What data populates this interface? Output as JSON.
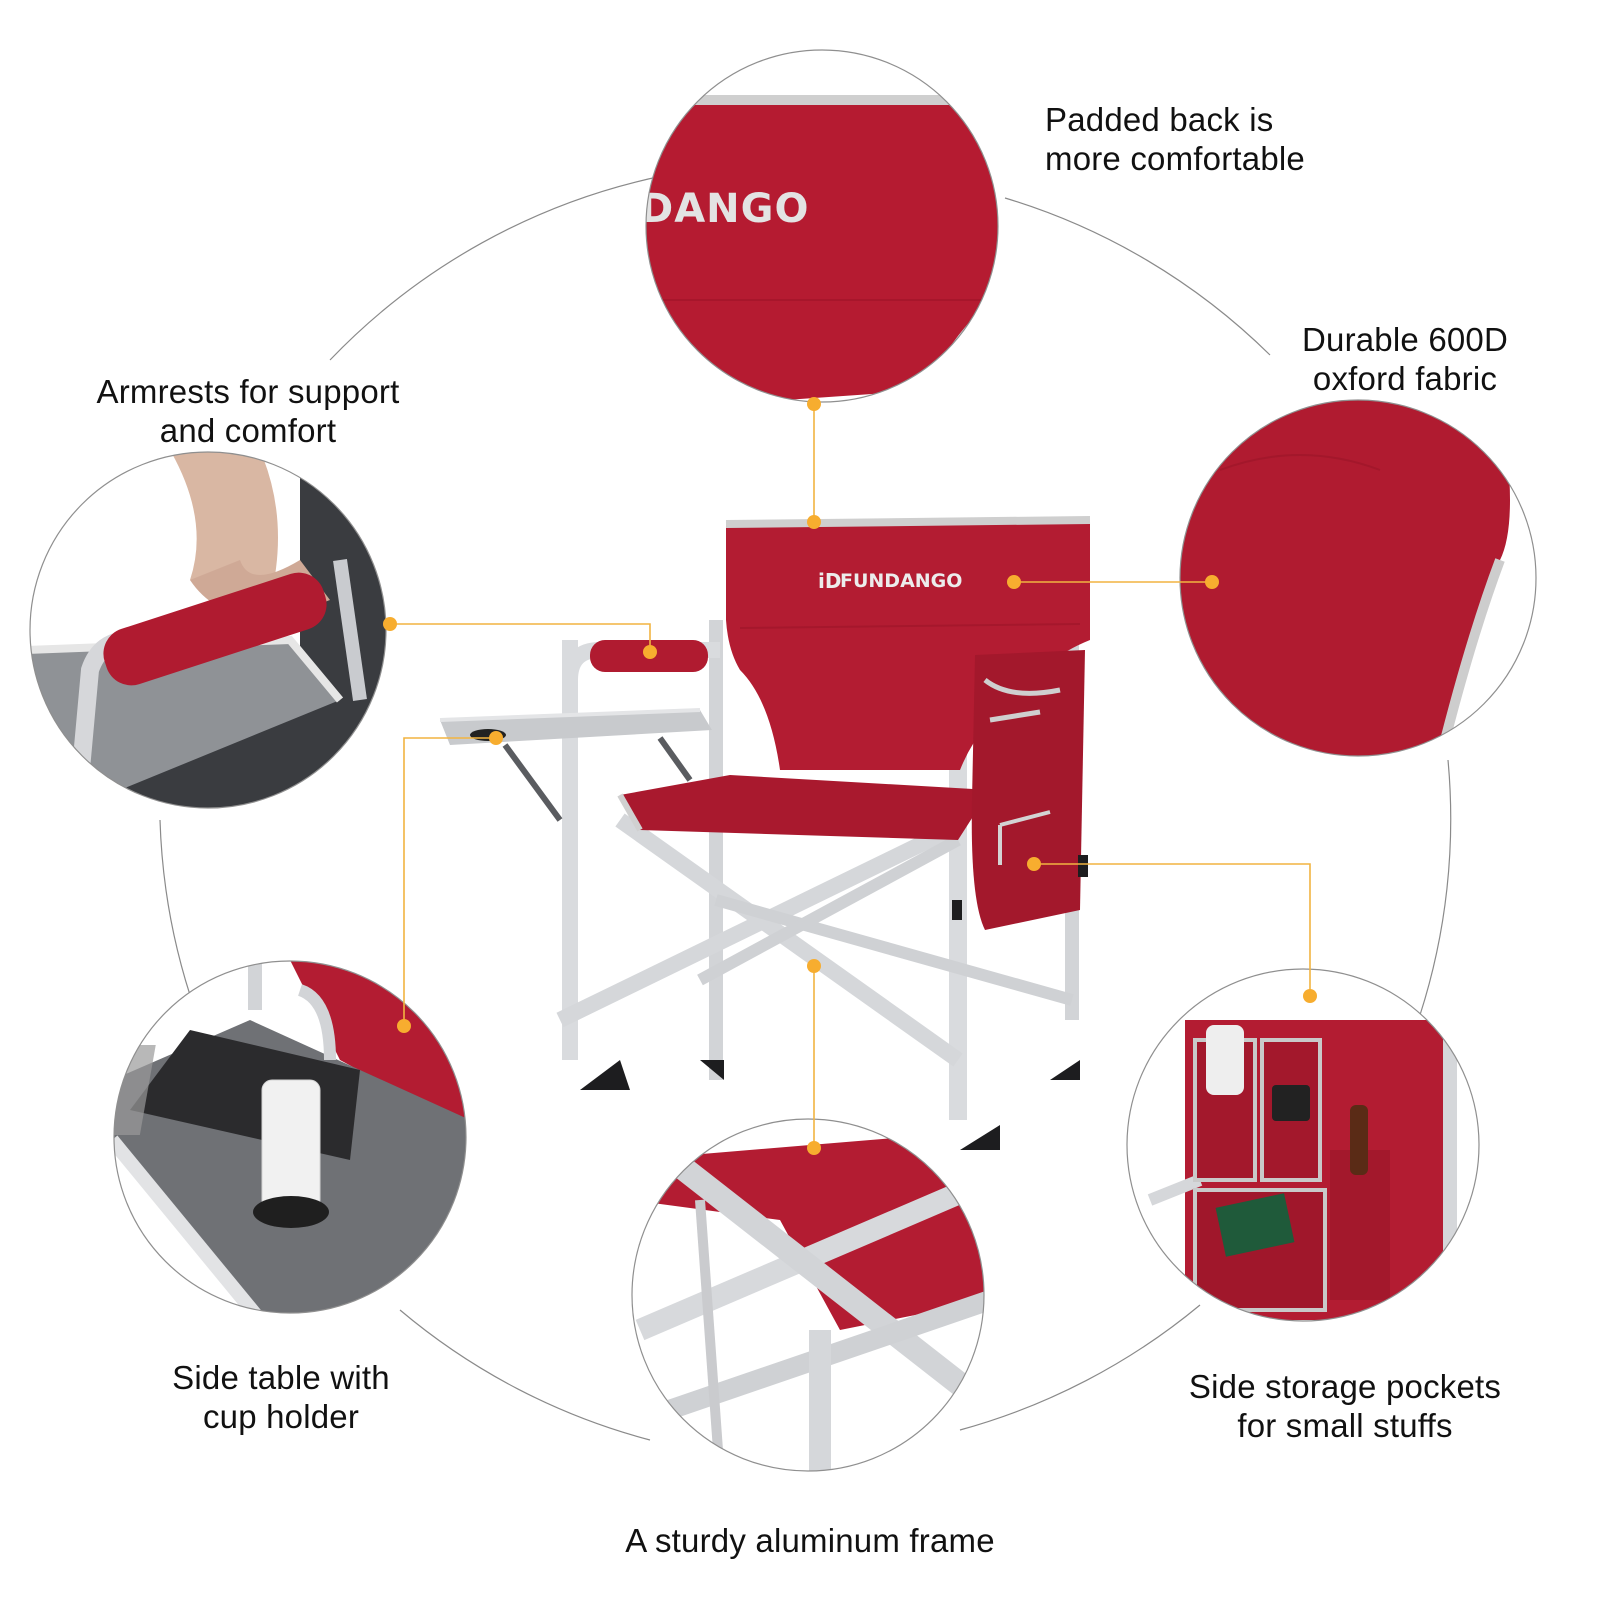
{
  "product": {
    "brand": "FUNDANGO",
    "brand_crop_text": "DANGO",
    "colors": {
      "fabric": "#b31c32",
      "fabric_dark": "#8e1226",
      "frame": "#d9dbde",
      "trim": "#c9c9c9",
      "accent_dot": "#f7ad2f",
      "leader_line": "#f2b441",
      "circle_outline": "#9a9a9a",
      "text": "#111111"
    }
  },
  "callouts": [
    {
      "id": "padded-back",
      "text": "Padded back is\nmore comfortable"
    },
    {
      "id": "armrests",
      "text": "Armrests for support\nand comfort"
    },
    {
      "id": "fabric",
      "text": "Durable 600D\noxford fabric"
    },
    {
      "id": "side-table",
      "text": "Side table with\ncup holder"
    },
    {
      "id": "frame",
      "text": "A sturdy aluminum frame"
    },
    {
      "id": "pockets",
      "text": "Side storage pockets\nfor small stuffs"
    }
  ]
}
